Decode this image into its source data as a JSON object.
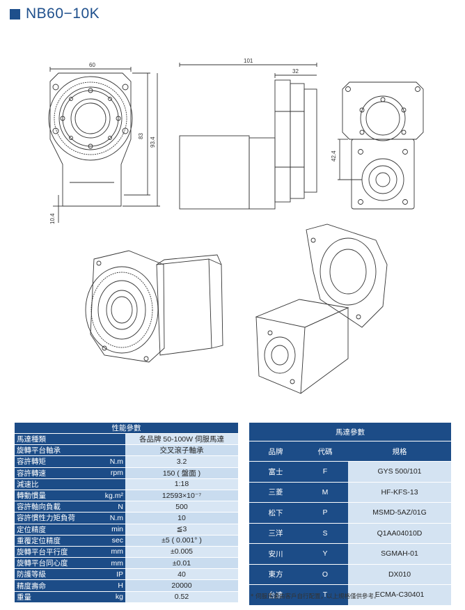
{
  "title": "NB60−10K",
  "dims": {
    "front_width": "60",
    "front_h1": "83",
    "front_h2": "93.4",
    "front_bottom": "10.4",
    "side_length": "101",
    "side_flange": "32",
    "rear_h": "42.4"
  },
  "perf": {
    "header": "性能參數",
    "rows": [
      {
        "label": "馬達種類",
        "unit": "",
        "value": "各品牌 50-100W 伺服馬達"
      },
      {
        "label": "旋轉平台軸承",
        "unit": "",
        "value": "交叉滾子軸承"
      },
      {
        "label": "容許轉矩",
        "unit": "N.m",
        "value": "3.2"
      },
      {
        "label": "容許轉速",
        "unit": "rpm",
        "value": "150 ( 盤面 )"
      },
      {
        "label": "減速比",
        "unit": "",
        "value": "1:18"
      },
      {
        "label": "轉動慣量",
        "unit": "kg.m²",
        "value": "12593×10⁻⁷"
      },
      {
        "label": "容許軸向負載",
        "unit": "N",
        "value": "500"
      },
      {
        "label": "容許慣性力矩負荷",
        "unit": "N.m",
        "value": "10"
      },
      {
        "label": "定位精度",
        "unit": "min",
        "value": "≦3"
      },
      {
        "label": "重覆定位精度",
        "unit": "sec",
        "value": "±5 ( 0.001° )"
      },
      {
        "label": "旋轉平台平行度",
        "unit": "mm",
        "value": "±0.005"
      },
      {
        "label": "旋轉平台同心度",
        "unit": "mm",
        "value": "±0.01"
      },
      {
        "label": "防護等級",
        "unit": "IP",
        "value": "40"
      },
      {
        "label": "精度壽命",
        "unit": "H",
        "value": "20000"
      },
      {
        "label": "重量",
        "unit": "kg",
        "value": "0.52"
      }
    ]
  },
  "motor": {
    "header": "馬達參數",
    "columns": [
      "品牌",
      "代碼",
      "規格"
    ],
    "rows": [
      [
        "富士",
        "F",
        "GYS 500/101"
      ],
      [
        "三菱",
        "M",
        "HF-KFS-13"
      ],
      [
        "松下",
        "P",
        "MSMD-5AZ/01G"
      ],
      [
        "三洋",
        "S",
        "Q1AA04010D"
      ],
      [
        "安川",
        "Y",
        "SGMAH-01"
      ],
      [
        "東方",
        "O",
        "DX010"
      ],
      [
        "台達",
        "T",
        "ECMA-C30401"
      ]
    ],
    "note": "* 伺服馬達由客戶自行配置，以上規格僅供參考。"
  }
}
